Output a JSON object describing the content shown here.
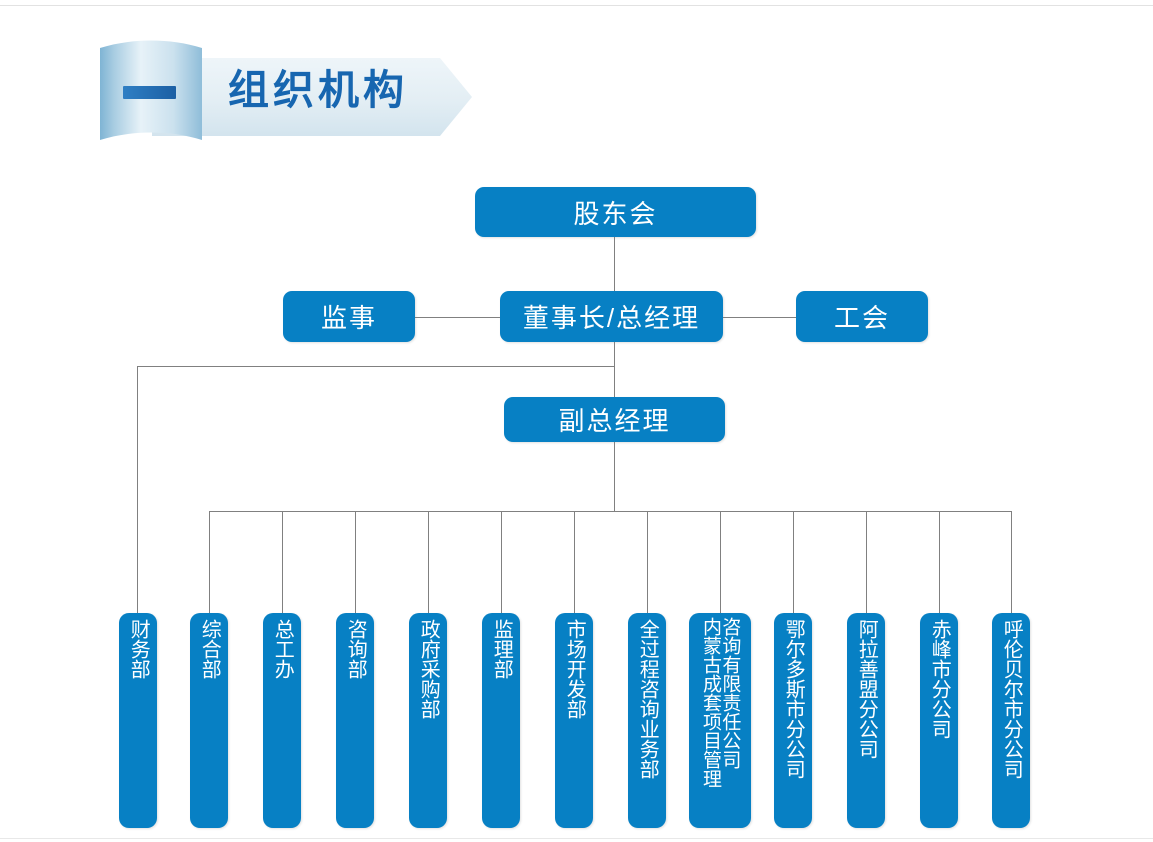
{
  "page": {
    "title": "组织机构",
    "accent_color": "#0780c4",
    "title_color": "#1766b0",
    "line_color": "#808080",
    "background": "#ffffff"
  },
  "banner": {
    "badge_glyph": "一",
    "badge_label": "section-number-one",
    "heading": "组织机构",
    "ribbon_fill_light": "#e9f1f6",
    "ribbon_fill_dark": "#cfe0ea",
    "scroll_fill": "#b9d7e8"
  },
  "chart_data": {
    "type": "diagram",
    "title": "组织机构",
    "nodes": [
      {
        "id": "shareholders",
        "label": "股东会",
        "level": 0,
        "orientation": "horizontal"
      },
      {
        "id": "supervisor",
        "label": "监事",
        "level": 1,
        "orientation": "horizontal"
      },
      {
        "id": "chairman",
        "label": "董事长/总经理",
        "level": 1,
        "orientation": "horizontal"
      },
      {
        "id": "union",
        "label": "工会",
        "level": 1,
        "orientation": "horizontal"
      },
      {
        "id": "deputy",
        "label": "副总经理",
        "level": 2,
        "orientation": "horizontal"
      }
    ],
    "departments": [
      {
        "id": "finance",
        "label": "财务部",
        "reports_to": "chairman"
      },
      {
        "id": "general-affairs",
        "label": "综合部",
        "reports_to": "deputy"
      },
      {
        "id": "chief-engineer",
        "label": "总工办",
        "reports_to": "deputy"
      },
      {
        "id": "consulting",
        "label": "咨询部",
        "reports_to": "deputy"
      },
      {
        "id": "gov-procurement",
        "label": "政府采购部",
        "reports_to": "deputy"
      },
      {
        "id": "supervision",
        "label": "监理部",
        "reports_to": "deputy"
      },
      {
        "id": "market-development",
        "label": "市场开发部",
        "reports_to": "deputy"
      },
      {
        "id": "whole-process-consulting",
        "label": "全过程咨询业务部",
        "reports_to": "deputy"
      },
      {
        "id": "neimenggu-subsidiary",
        "label": "内蒙古成套项目管理咨询有限责任公司",
        "reports_to": "deputy",
        "columns": [
          "咨询有限责任公司",
          "内蒙古成套项目管理"
        ]
      },
      {
        "id": "ordos-branch",
        "label": "鄂尔多斯市分公司",
        "reports_to": "deputy"
      },
      {
        "id": "alxa-branch",
        "label": "阿拉善盟分公司",
        "reports_to": "deputy"
      },
      {
        "id": "chifeng-branch",
        "label": "赤峰市分公司",
        "reports_to": "deputy"
      },
      {
        "id": "hulunbuir-branch",
        "label": "呼伦贝尔市分公司",
        "reports_to": "deputy"
      }
    ],
    "edges": [
      {
        "from": "shareholders",
        "to": "chairman"
      },
      {
        "from": "chairman",
        "to": "supervisor"
      },
      {
        "from": "chairman",
        "to": "union"
      },
      {
        "from": "chairman",
        "to": "deputy"
      },
      {
        "from": "chairman",
        "to": "finance"
      },
      {
        "from": "deputy",
        "to": "general-affairs"
      },
      {
        "from": "deputy",
        "to": "chief-engineer"
      },
      {
        "from": "deputy",
        "to": "consulting"
      },
      {
        "from": "deputy",
        "to": "gov-procurement"
      },
      {
        "from": "deputy",
        "to": "supervision"
      },
      {
        "from": "deputy",
        "to": "market-development"
      },
      {
        "from": "deputy",
        "to": "whole-process-consulting"
      },
      {
        "from": "deputy",
        "to": "neimenggu-subsidiary"
      },
      {
        "from": "deputy",
        "to": "ordos-branch"
      },
      {
        "from": "deputy",
        "to": "alxa-branch"
      },
      {
        "from": "deputy",
        "to": "chifeng-branch"
      },
      {
        "from": "deputy",
        "to": "hulunbuir-branch"
      }
    ]
  }
}
